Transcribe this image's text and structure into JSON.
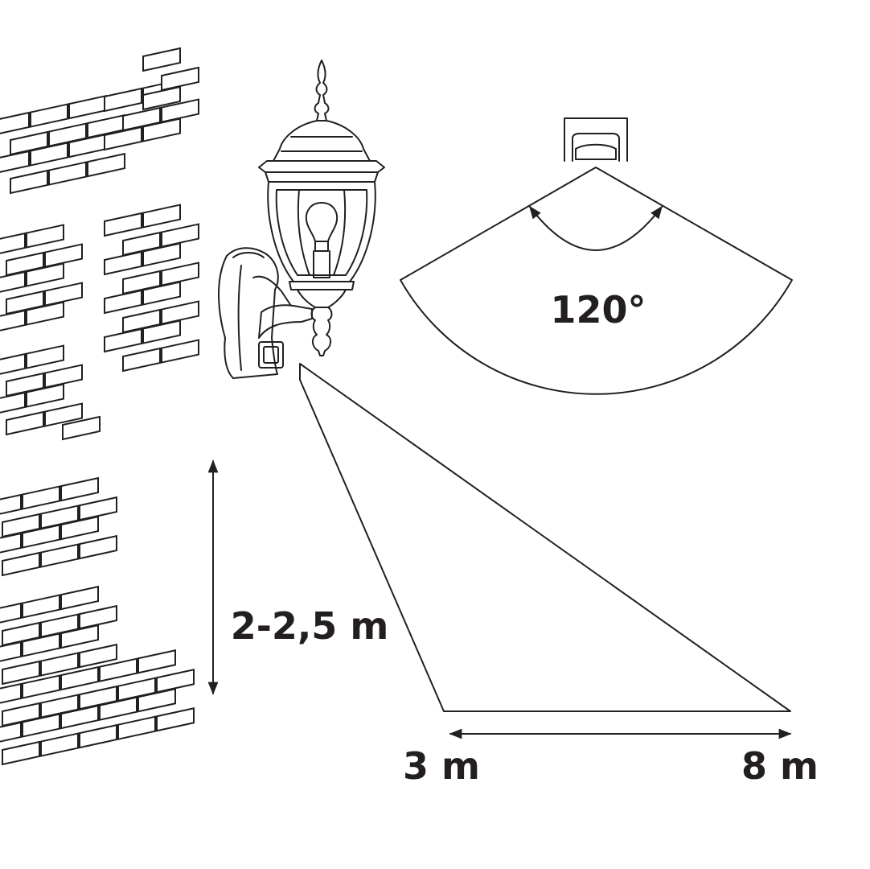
{
  "diagram": {
    "labels": {
      "angle": "120°",
      "height": "2-2,5 m",
      "distance_min": "3 m",
      "distance_max": "8 m"
    },
    "colors": {
      "line": "#231f20",
      "background": "#ffffff"
    },
    "icons": {
      "lamp": "wall-lantern-icon",
      "sensor": "motion-sensor-icon"
    }
  }
}
